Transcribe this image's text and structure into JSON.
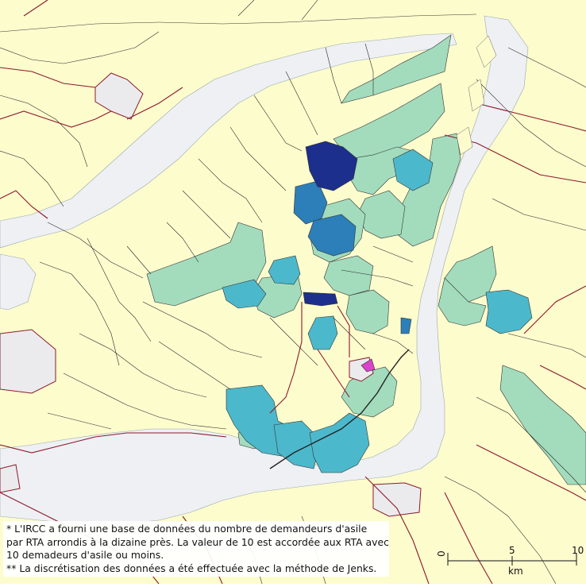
{
  "colors": {
    "background_land": "#fdfccd",
    "water": "#eef0f4",
    "boundary_dark": "#8b1a2b",
    "boundary_light": "#2a2a2a",
    "class_1": "#a2dcbd",
    "class_2": "#4cb8cc",
    "class_3": "#2c7fb8",
    "class_4": "#1c2f8c",
    "no_data": "#ebebee",
    "highlight": "#d944c8"
  },
  "notes": {
    "line1": "* L'IRCC a fourni une base de données du nombre de demandeurs d'asile",
    "line2": "par RTA arrondis à la dizaine près. La valeur de 10 est accordée aux RTA avec",
    "line3": "10 demadeurs d'asile ou moins.",
    "line4": "** La discrétisation des données a été effectuée avec la méthode de Jenks."
  },
  "scale_bar": {
    "tick_0": "0",
    "tick_5": "5",
    "tick_10": "10",
    "unit": "km"
  }
}
